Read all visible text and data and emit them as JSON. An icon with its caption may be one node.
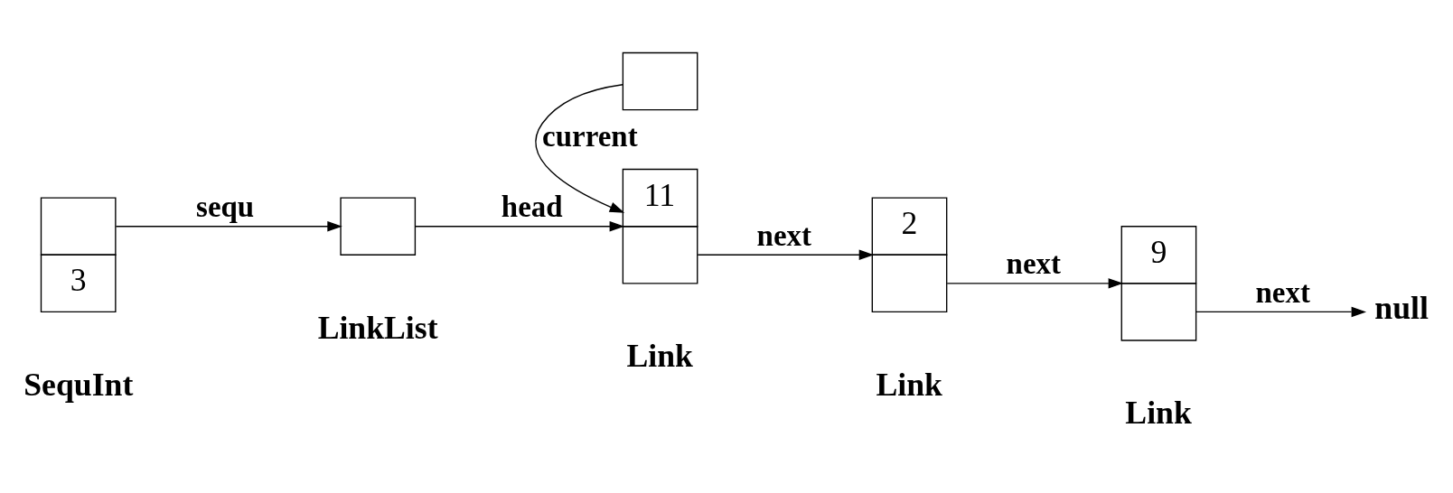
{
  "diagram": {
    "nodes": [
      {
        "text": [],
        "shape": "box"
      },
      {
        "text": [
          "3"
        ],
        "beside": [
          "SequInt"
        ]
      },
      {
        "text": [],
        "shape": "box",
        "beside": [
          "LinkList"
        ]
      },
      {
        "text": [
          "11"
        ],
        "beside": [
          "Link"
        ]
      },
      {
        "text": [
          "2"
        ],
        "beside": [
          "Link"
        ]
      },
      {
        "text": [
          "9"
        ],
        "beside": [
          "Link"
        ]
      },
      {
        "text": [
          "null"
        ]
      }
    ],
    "edges": [
      {
        "from": 0,
        "to": 3,
        "arrow": "to",
        "label": "current"
      },
      {
        "from": 1,
        "to": 2,
        "arrow": "to",
        "label": "sequ"
      },
      {
        "from": 2,
        "to": 3,
        "arrow": "to",
        "label": "head"
      },
      {
        "from": 3,
        "to": 4,
        "arrow": "to",
        "label": "next"
      },
      {
        "from": 4,
        "to": 5,
        "arrow": "to",
        "label": "next"
      },
      {
        "from": 5,
        "to": 6,
        "arrow": "to",
        "label": "next"
      }
    ]
  }
}
